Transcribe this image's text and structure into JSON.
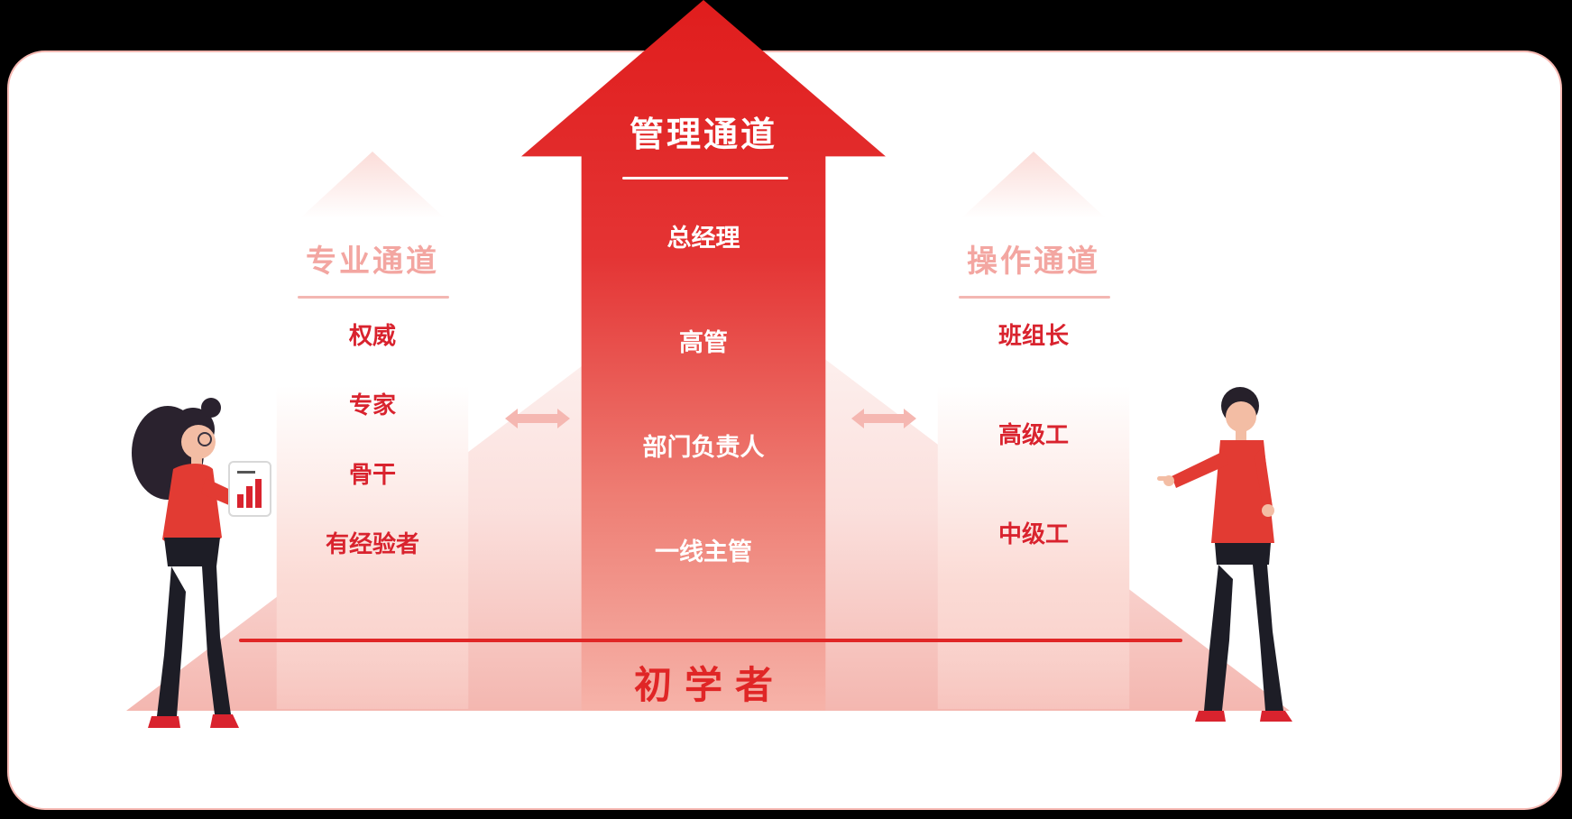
{
  "diagram": {
    "bottom_label": "初学者",
    "channels": {
      "center": {
        "title": "管理通道",
        "items": [
          "总经理",
          "高管",
          "部门负责人",
          "一线主管"
        ]
      },
      "left": {
        "title": "专业通道",
        "items": [
          "权威",
          "专家",
          "骨干",
          "有经验者"
        ]
      },
      "right": {
        "title": "操作通道",
        "items": [
          "班组长",
          "高级工",
          "中级工"
        ]
      }
    },
    "colors": {
      "accent_red": "#e02626",
      "item_red": "#d9232e",
      "light_pink": "#f3a6a1",
      "white": "#ffffff"
    }
  }
}
